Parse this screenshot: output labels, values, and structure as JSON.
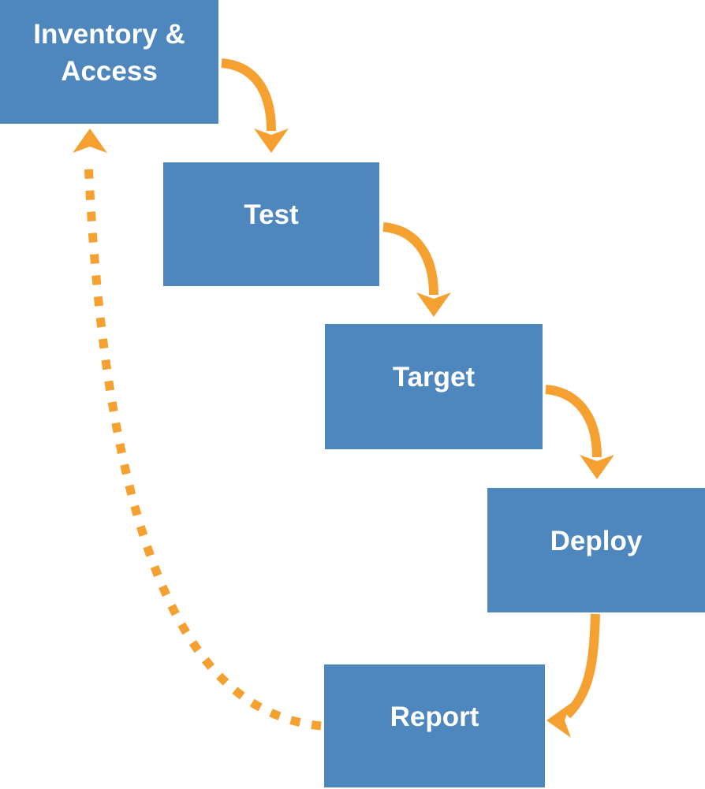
{
  "diagram": {
    "type": "flowchart",
    "background_color": "#FFFFFF",
    "colors": {
      "box_fill": "#4E87BD",
      "box_text": "#FFFFFF",
      "arrow": "#F5A132"
    },
    "boxes": [
      {
        "id": "inventory-access",
        "label": "Inventory & Access"
      },
      {
        "id": "test",
        "label": "Test"
      },
      {
        "id": "target",
        "label": "Target"
      },
      {
        "id": "deploy",
        "label": "Deploy"
      },
      {
        "id": "report",
        "label": "Report"
      }
    ],
    "arrows": [
      {
        "from": "inventory-access",
        "to": "test",
        "style": "solid"
      },
      {
        "from": "test",
        "to": "target",
        "style": "solid"
      },
      {
        "from": "target",
        "to": "deploy",
        "style": "solid"
      },
      {
        "from": "deploy",
        "to": "report",
        "style": "solid"
      },
      {
        "from": "report",
        "to": "inventory-access",
        "style": "dashed"
      }
    ]
  }
}
